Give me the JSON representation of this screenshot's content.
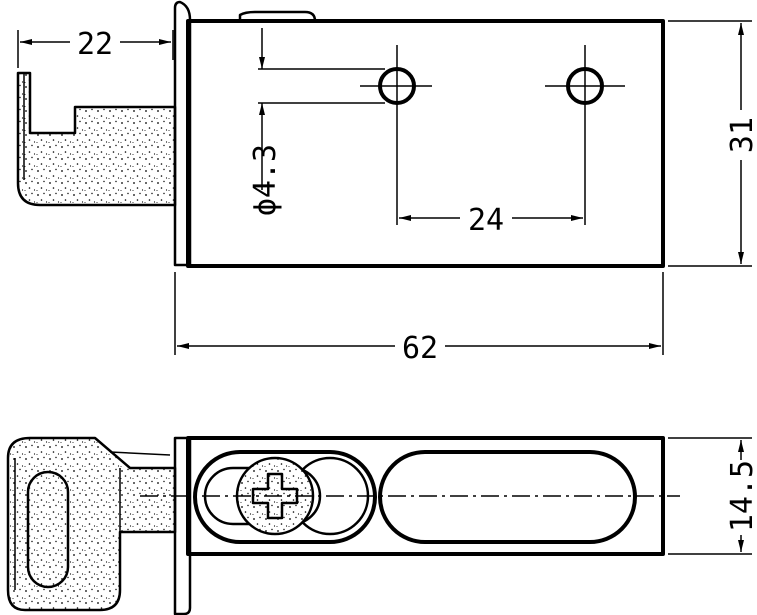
{
  "dimensions": {
    "top_left_width": "22",
    "hole_diameter": "ϕ4.3",
    "hole_spacing": "24",
    "height": "31",
    "overall_length": "62",
    "bottom_thickness": "14.5"
  }
}
